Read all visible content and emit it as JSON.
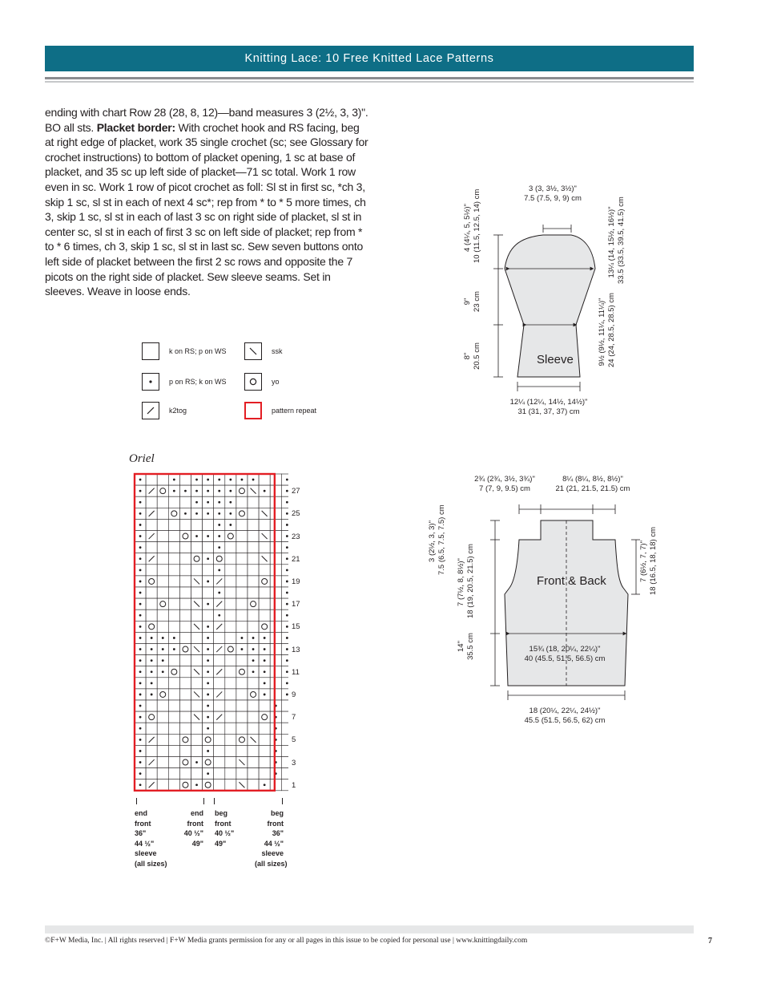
{
  "header": {
    "title": "Knitting Lace: 10 Free Knitted Lace Patterns",
    "accent": "#0e6e86"
  },
  "instructions": {
    "p1": "ending with chart Row 28 (28, 8, 12)—band measures 3 (2½, 3, 3)\". BO all sts. ",
    "placket_label": "Placket border:",
    "p2": " With crochet hook and RS facing, beg at right edge of placket, work 35 single crochet (sc; see Glossary for crochet instructions) to bottom of placket opening, 1 sc at base of placket, and 35 sc up left side of placket—71 sc total. Work 1 row even in sc. Work 1 row of picot crochet as foll: Sl st in first sc, *ch 3, skip 1 sc, sl st in each of next 4 sc*; rep from * to * 5 more times, ch 3, skip 1 sc, sl st in each of last 3 sc on right side of placket, sl st in center sc, sl st in each of first 3 sc on left side of placket; rep from * to * 6 times, ch 3, skip 1 sc, sl st in last sc. Sew seven buttons onto left side of placket between the first 2 sc rows and opposite the 7 picots on the right side of placket. Sew sleeve seams. Set in sleeves. Weave in loose ends."
  },
  "legend": [
    {
      "symbol": "blank",
      "icon": "knit-square-icon",
      "label": "k on RS; p on WS"
    },
    {
      "symbol": "ssk",
      "icon": "ssk-icon",
      "label": "ssk"
    },
    {
      "symbol": "purl",
      "icon": "purl-dot-icon",
      "label": "p on RS; k on WS"
    },
    {
      "symbol": "yo",
      "icon": "yo-circle-icon",
      "label": "yo"
    },
    {
      "symbol": "k2tog",
      "icon": "k2tog-icon",
      "label": "k2tog"
    },
    {
      "symbol": "repeat",
      "icon": "pattern-repeat-box-icon",
      "label": "pattern repeat"
    }
  ],
  "chart": {
    "title": "Oriel",
    "repeat_color": "#e31e24",
    "rows": [
      "P..P.PPPPPP..P",
      "P/OPPPPPPO\\P.P",
      "P....PPPP....P",
      "P/.OPPPPPO.\\.P",
      "P......PP....P",
      "P/..OPPPO..\\.P",
      "P......P.....P",
      "P/...OPO...\\.P",
      "P......P.....P",
      "PO...\\P/...O.P",
      "P......P.....P",
      "P.O..\\P/..O..P",
      "P......P.....P",
      "PO...\\P/...O.P",
      "PPPP..P..PPP.P",
      "PPPPO\\P/OPPP.P",
      "PPP...P...PP.P",
      "PPPO.\\P/.OPP.P",
      "PP....P....P.P",
      "PPO..\\P/..OP.P",
      "P.....P.....P.",
      "PO...\\P/...OP.",
      "P.....P.....P.",
      "P/..O.O..O\\.P.",
      "P.....P.....P.",
      "P/..OPO..\\..P.",
      "P.....P.....P.",
      "P/..OPO..\\.P.."
    ],
    "row_numbers": [
      "27",
      "25",
      "23",
      "21",
      "19",
      "17",
      "15",
      "13",
      "11",
      "9",
      "7",
      "5",
      "3",
      "1"
    ],
    "markers": [
      {
        "lines": [
          "end",
          "front",
          "36\"",
          "44 ½\"",
          "sleeve",
          "(all sizes)"
        ]
      },
      {
        "lines": [
          "end",
          "front",
          "40 ½\"",
          "49\""
        ]
      },
      {
        "lines": [
          "beg",
          "front",
          "40 ½\"",
          "49\""
        ]
      },
      {
        "lines": [
          "beg",
          "front",
          "36\"",
          "44 ½\"",
          "sleeve",
          "(all sizes)"
        ]
      }
    ]
  },
  "sleeve": {
    "name": "Sleeve",
    "top_width": [
      "3 (3, 3½, 3½)\"",
      "7.5 (7.5, 9, 9) cm"
    ],
    "cap_height": [
      "4 (4¼, 5, 5½)\"",
      "10 (11.5, 12.5, 14) cm"
    ],
    "upper_arm": [
      "13¼ (14, 15½, 16½)\"",
      "33.5 (33.5, 39.5, 41.5) cm"
    ],
    "length_9": [
      "9\"",
      "23 cm"
    ],
    "length_8": [
      "8\"",
      "20.5 cm"
    ],
    "above_cuff": [
      "9½ (9½, 11¼, 11¼)\"",
      "24 (24, 28.5, 28.5) cm"
    ],
    "cuff": [
      "12¼ (12¼, 14½, 14½)\"",
      "31 (31, 37, 37) cm"
    ],
    "fill": "#e6e7e8"
  },
  "front_back": {
    "name": "Front & Back",
    "neck": [
      "8¼ (8¼, 8½, 8½)\"",
      "21 (21, 21.5, 21.5) cm"
    ],
    "shoulder": [
      "2¾ (2¾, 3½, 3¾)\"",
      "7 (7, 9, 9.5) cm"
    ],
    "neck_depth": [
      "3 (2½, 3, 3)\"",
      "7.5 (6.5, 7.5, 7.5) cm"
    ],
    "armhole_depth": [
      "7 (7½, 8, 8½)\"",
      "18 (19, 20.5, 21.5) cm"
    ],
    "armhole_right": [
      "7 (6½, 7, 7)\"",
      "18 (16.5, 18, 18) cm"
    ],
    "length": [
      "14\"",
      "35.5 cm"
    ],
    "waist": [
      "15¾ (18, 20¼, 22¼)\"",
      "40 (45.5, 51.5, 56.5) cm"
    ],
    "hem": [
      "18 (20¼, 22¼, 24½)\"",
      "45.5 (51.5, 56.5, 62) cm"
    ],
    "fill": "#e6e7e8"
  },
  "footer": {
    "text": "©F+W Media, Inc. | All rights reserved | F+W Media grants permission for any or all pages in this issue to be copied for personal use | www.knittingdaily.com",
    "page": "7"
  }
}
